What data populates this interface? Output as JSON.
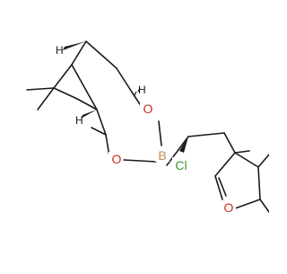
{
  "molecule": {
    "atoms": {
      "o1": "O",
      "o2": "O",
      "boron": "B",
      "chlorine": "Cl",
      "furan_o": "O"
    },
    "stereo_marks": {
      "h1": "H",
      "h2": "H",
      "h3": "H",
      "h4": "H"
    }
  },
  "colors": {
    "bond": "#1a1a1a",
    "atom_label": "#1a1a1a",
    "oxygen": "#cc2a1e",
    "boron": "#c08b56",
    "chlorine": "#3a9a2a",
    "background": "#ffffff"
  }
}
